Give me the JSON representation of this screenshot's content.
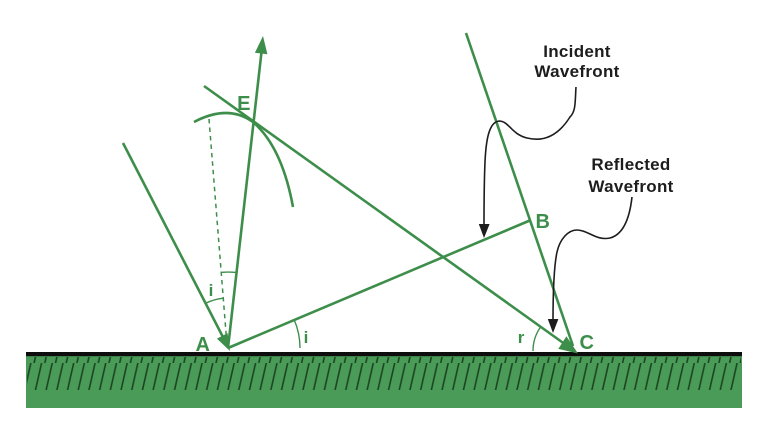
{
  "points": {
    "A": "A",
    "B": "B",
    "C": "C",
    "E": "E"
  },
  "angles": {
    "incidence_at_normal": "i",
    "incidence_at_surface": "i",
    "reflection_at_surface": "r"
  },
  "annotations": {
    "incident_wavefront": {
      "line1": "Incident",
      "line2": "Wavefront"
    },
    "reflected_wavefront": {
      "line1": "Reflected",
      "line2": "Wavefront"
    }
  },
  "colors": {
    "diagram_green": "#3e8e4b",
    "surface_fill_green": "#4a9b57",
    "surface_hatch_dark": "#1b4422",
    "surface_top_edge_black": "#0d0d0d",
    "annotation_black": "#1d1d1d",
    "background": "#ffffff"
  }
}
